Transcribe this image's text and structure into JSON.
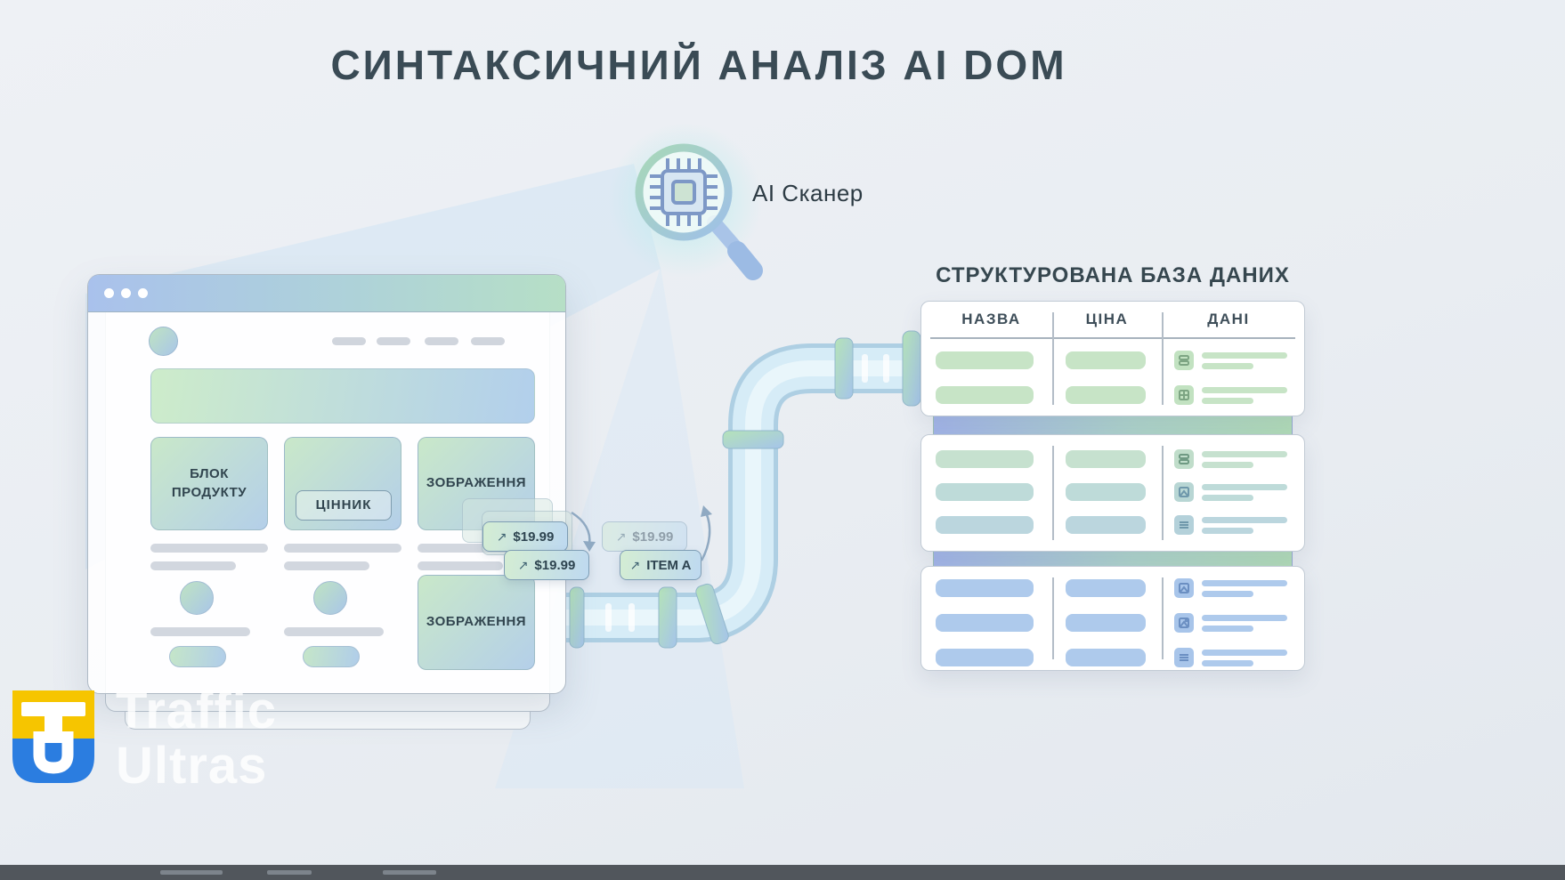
{
  "title": "СИНТАКСИЧНИЙ АНАЛІЗ AI DOM",
  "scanner": {
    "label": "AI Сканер",
    "icon": "chip-magnifier-icon"
  },
  "browser": {
    "window_icons": [
      "window-dot",
      "window-dot",
      "window-dot"
    ],
    "cards": {
      "product_block": "БЛОК ПРОДУКТУ",
      "price_tag": "ЦІННИК",
      "image_top": "ЗОБРАЖЕННЯ",
      "image_bottom": "ЗОБРАЖЕННЯ"
    }
  },
  "extraction": {
    "arrow_glyph": "↗",
    "tags": [
      {
        "label": "$19.99",
        "state": "solid"
      },
      {
        "label": "$19.99",
        "state": "solid"
      },
      {
        "label": "$19.99",
        "state": "ghost"
      },
      {
        "label": "ITEM A",
        "state": "solid"
      }
    ]
  },
  "database": {
    "title": "СТРУКТУРОВАНА БАЗА ДАНИХ",
    "columns": [
      "НАЗВА",
      "ЦІНА",
      "ДАНІ"
    ],
    "tables": [
      {
        "position": "top",
        "tone": "green",
        "rows": 2,
        "row_icons": [
          "database-icon",
          "table-icon"
        ]
      },
      {
        "position": "middle",
        "tone": "teal",
        "rows": 3,
        "row_icons": [
          "database-icon",
          "image-icon",
          "list-icon"
        ]
      },
      {
        "position": "bottom",
        "tone": "blue",
        "rows": 3,
        "row_icons": [
          "image-icon",
          "image-icon",
          "list-icon"
        ]
      }
    ]
  },
  "watermark": {
    "line1": "Traffic",
    "line2": "Ultras"
  },
  "colors": {
    "background": "#e9edf2",
    "text_dark": "#36474f",
    "accent_green": "#c9e8c9",
    "accent_blue": "#aecbed",
    "titlebar_blue": "#a9c1ec",
    "titlebar_green": "#b6dfc6",
    "pipe_body": "#d6ecf7",
    "logo_yellow": "#f6c500",
    "logo_blue": "#2b7de0"
  }
}
